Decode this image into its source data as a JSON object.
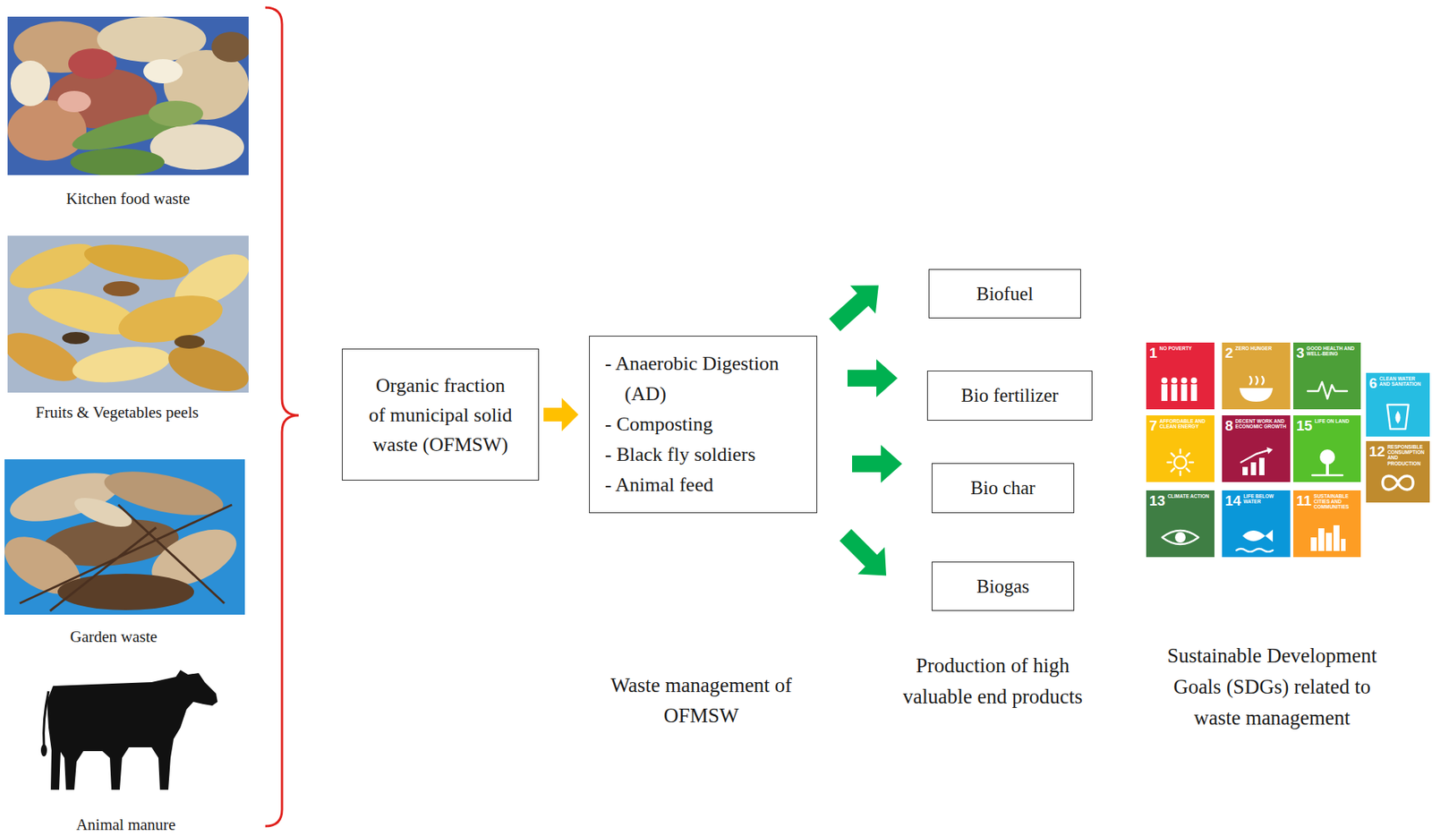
{
  "diagram": {
    "nodes": [
      {
        "text": [
          "Organic fraction of municipal solid waste (OFMSW)"
        ]
      },
      {
        "text": [
          "- Anaerobic Digestion (AD)",
          "- Composting",
          "- Black fly soldiers",
          "- Animal feed"
        ]
      },
      {
        "text": [
          "Biofuel"
        ]
      },
      {
        "text": [
          "Bio fertilizer"
        ]
      },
      {
        "text": [
          "Bio char"
        ]
      },
      {
        "text": [
          "Biogas"
        ]
      },
      {
        "text": [
          "1",
          "NO POVERTY"
        ]
      },
      {
        "text": [
          "2",
          "ZERO HUNGER"
        ]
      },
      {
        "text": [
          "3",
          "GOOD HEALTH AND WELL-BEING"
        ]
      },
      {
        "text": [
          "6",
          "CLEAN WATER AND SANITATION"
        ]
      },
      {
        "text": [
          "7",
          "AFFORDABLE AND CLEAN ENERGY"
        ]
      },
      {
        "text": [
          "8",
          "DECENT WORK AND ECONOMIC GROWTH"
        ]
      },
      {
        "text": [
          "15",
          "LIFE ON LAND"
        ]
      },
      {
        "text": [
          "12",
          "RESPONSIBLE CONSUMPTION AND PRODUCTION"
        ]
      },
      {
        "text": [
          "13",
          "CLIMATE ACTION"
        ]
      },
      {
        "text": [
          "14",
          "LIFE BELOW WATER"
        ]
      },
      {
        "text": [
          "11",
          "SUSTAINABLE CITIES AND COMMUNITIES"
        ]
      }
    ],
    "edges": [
      {
        "from": 0,
        "to": 1,
        "arrow": "to"
      },
      {
        "from": 1,
        "to": 2,
        "arrow": "to"
      },
      {
        "from": 1,
        "to": 3,
        "arrow": "to"
      },
      {
        "from": 1,
        "to": 4,
        "arrow": "to"
      },
      {
        "from": 1,
        "to": 5,
        "arrow": "to"
      }
    ],
    "labels": [
      "Kitchen food waste",
      "Fruits & Vegetables peels",
      "Garden waste",
      "Animal manure",
      "Waste management of OFMSW",
      "Production of high valuable end products",
      "Sustainable Development Goals (SDGs) related to waste management"
    ]
  }
}
